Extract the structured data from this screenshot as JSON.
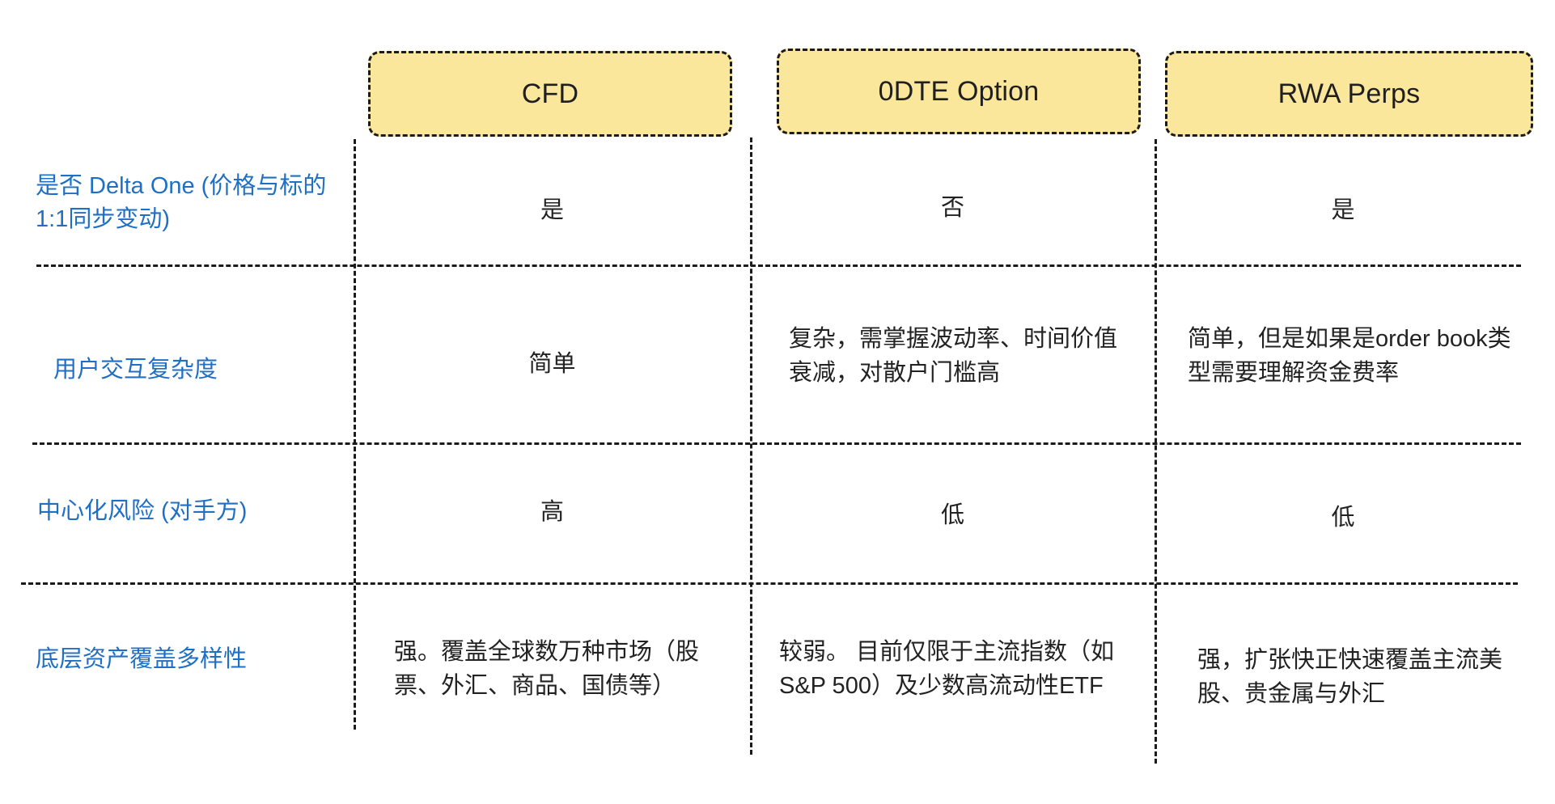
{
  "table": {
    "columns": [
      {
        "id": "cfd",
        "label": "CFD"
      },
      {
        "id": "odte",
        "label": "0DTE Option"
      },
      {
        "id": "rwa",
        "label": "RWA Perps"
      }
    ],
    "rows": [
      {
        "id": "delta-one",
        "label": "是否 Delta One (价格与标的1:1同步变动)",
        "cells": [
          "是",
          "否",
          "是"
        ]
      },
      {
        "id": "ux-complexity",
        "label": "用户交互复杂度",
        "cells": [
          "简单",
          "复杂，需掌握波动率、时间价值衰减，对散户门槛高",
          "简单，但是如果是order book类型需要理解资金费率"
        ]
      },
      {
        "id": "centralization-risk",
        "label": "中心化风险 (对手方)",
        "cells": [
          "高",
          "低",
          "低"
        ]
      },
      {
        "id": "asset-coverage",
        "label": "底层资产覆盖多样性",
        "cells": [
          "强。覆盖全球数万种市场（股票、外汇、商品、国债等）",
          "较弱。 目前仅限于主流指数（如S&P 500）及少数高流动性ETF",
          "强，扩张快正快速覆盖主流美股、贵金属与外汇"
        ]
      }
    ]
  },
  "colors": {
    "header_fill": "#FAE79B",
    "line": "#1b1b1b",
    "label_text": "#1f6fc4",
    "cell_text": "#222222",
    "background": "#ffffff"
  }
}
